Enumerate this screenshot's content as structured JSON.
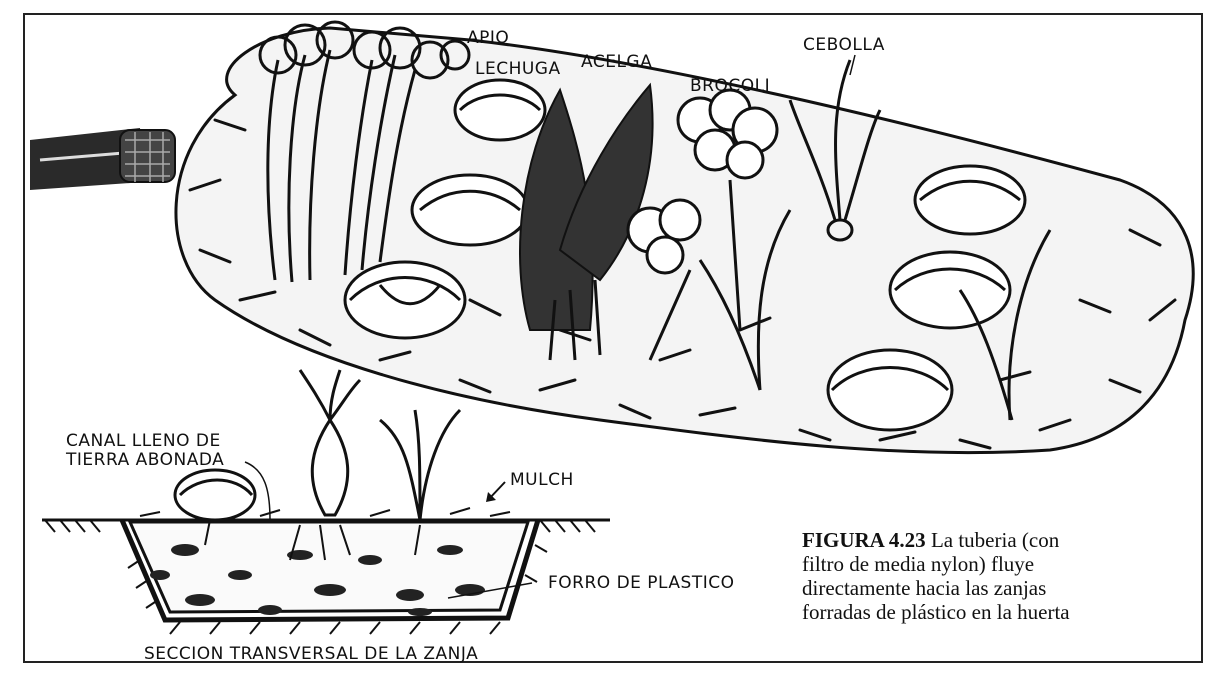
{
  "figure": {
    "plant_labels": {
      "apio": "APIO",
      "lechuga": "LECHUGA",
      "acelga": "ACELGA",
      "brocoli": "BROCOLI",
      "cebolla": "CEBOLLA"
    },
    "section_labels": {
      "canal_line1": "CANAL LLENO DE",
      "canal_line2": "TIERRA ABONADA",
      "mulch": "MULCH",
      "forro": "FORRO DE PLASTICO",
      "seccion": "SECCION TRANSVERSAL DE LA ZANJA"
    },
    "caption": {
      "number": "FIGURA 4.23",
      "line1": "La tuberia (con",
      "line2": "filtro de media nylon) fluye",
      "line3": "directamente hacia las zanjas",
      "line4": "forradas de plástico en la huerta"
    }
  }
}
